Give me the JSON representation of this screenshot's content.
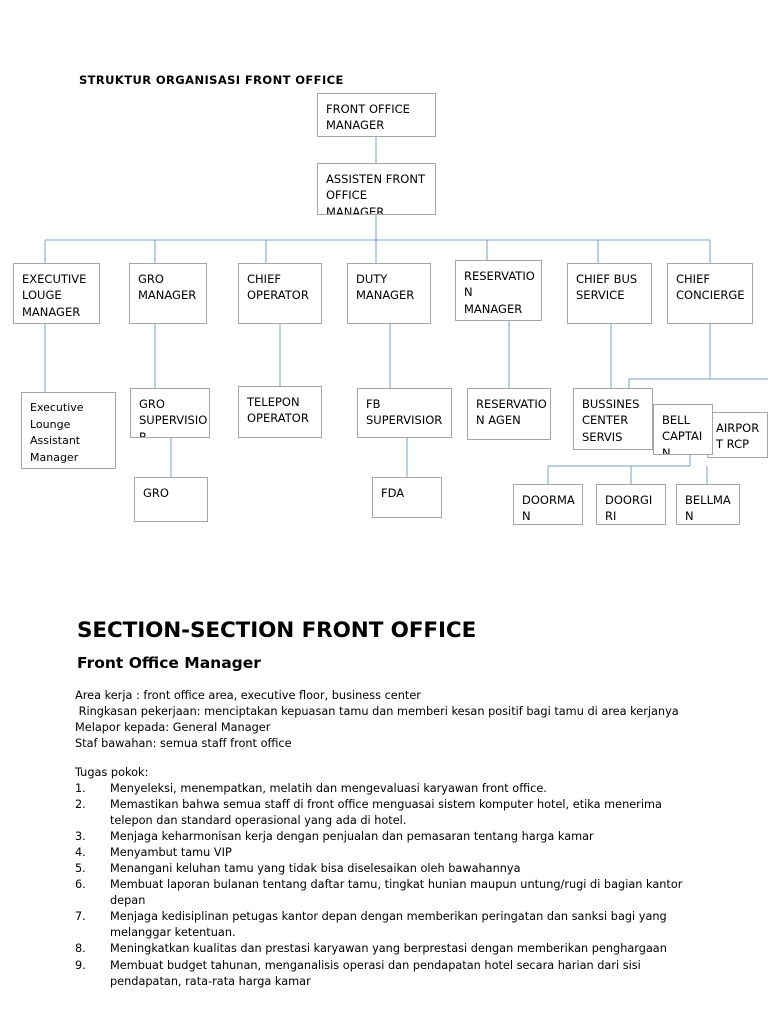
{
  "chart": {
    "title": "STRUKTUR ORGANISASI FRONT OFFICE",
    "line_color": "#7ba0c4",
    "box_border_color": "#a6a6a6",
    "nodes": {
      "front_office_manager": "FRONT OFFICE\nMANAGER",
      "assisten_front_office_manager": "ASSISTEN FRONT\nOFFICE MANAGER",
      "executive_louge_manager": "EXECUTIVE\nLOUGE\nMANAGER",
      "gro_manager": "GRO\nMANAGER",
      "chief_operator": "CHIEF\nOPERATOR",
      "duty_manager": "DUTY\nMANAGER",
      "reservation_manager": "RESERVATIO\nN MANAGER",
      "chief_bus_service": "CHIEF BUS\nSERVICE",
      "chief_concierge": "CHIEF\nCONCIERGE",
      "executive_lounge_assistant_manager": "Executive\nLounge\nAssistant\nManager",
      "gro_supervisior": "GRO\nSUPERVISIO\nR",
      "telepon_operator": "TELEPON\nOPERATOR",
      "fb_supervisior": "FB\nSUPERVISIOR",
      "reservation_agen": "RESERVATIO\nN AGEN",
      "bussines_center_servis": "BUSSINES\nCENTER\nSERVIS",
      "bell_captain": "BELL\nCAPTAI\nN",
      "airport_rcp": "AIRPOR\nT RCP",
      "gro": "GRO",
      "fda": "FDA",
      "doorman": "DOORMA\nN",
      "doorgiri": "DOORGI\nRI",
      "bellman": "BELLMA\nN"
    }
  },
  "document": {
    "heading1": "SECTION-SECTION FRONT OFFICE",
    "heading2": "Front Office Manager",
    "intro_lines": [
      "Area kerja : front office area, executive floor, business center",
      " Ringkasan pekerjaan: menciptakan kepuasan tamu dan memberi kesan positif bagi tamu di area kerjanya",
      "Melapor kepada: General Manager",
      "Staf bawahan: semua staff front office"
    ],
    "tasks_label": "Tugas pokok:",
    "tasks": [
      {
        "num": "1.",
        "text": "Menyeleksi, menempatkan, melatih dan mengevaluasi karyawan front office."
      },
      {
        "num": "2.",
        "text": "Memastikan bahwa semua staff di front office menguasai sistem komputer hotel, etika menerima telepon dan standard operasional yang ada di hotel."
      },
      {
        "num": "3.",
        "text": "Menjaga keharmonisan kerja dengan penjualan dan pemasaran tentang harga kamar"
      },
      {
        "num": "4.",
        "text": "Menyambut tamu VIP"
      },
      {
        "num": "5.",
        "text": "Menangani keluhan tamu yang tidak bisa diselesaikan oleh bawahannya"
      },
      {
        "num": "6.",
        "text": "Membuat laporan bulanan tentang daftar tamu, tingkat hunian maupun untung/rugi di bagian kantor depan"
      },
      {
        "num": "7.",
        "text": "Menjaga kedisiplinan petugas kantor depan dengan memberikan peringatan dan sanksi bagi yang melanggar ketentuan."
      },
      {
        "num": "8.",
        "text": "Meningkatkan kualitas dan prestasi karyawan yang berprestasi dengan memberikan penghargaan"
      },
      {
        "num": "9.",
        "text": "Membuat budget tahunan, menganalisis operasi dan pendapatan hotel secara harian dari sisi pendapatan, rata-rata harga kamar"
      }
    ]
  }
}
